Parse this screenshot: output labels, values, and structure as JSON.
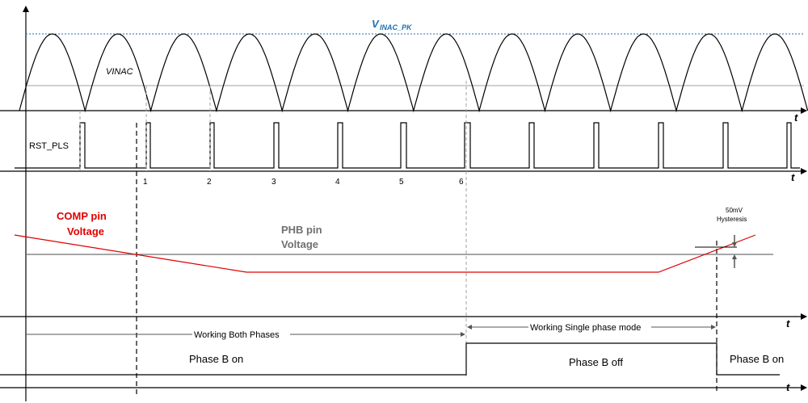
{
  "labels": {
    "vinac_pk_main": "V",
    "vinac_pk_sub": "INAC_PK",
    "vinac": "VINAC",
    "rst_pls": "RST_PLS",
    "time_axis": "t",
    "pulse_numbers": [
      "1",
      "2",
      "3",
      "4",
      "5",
      "6"
    ],
    "comp_line1": "COMP pin",
    "comp_line2": "Voltage",
    "phb_line1": "PHB pin",
    "phb_line2": "Voltage",
    "hyst_line1": "50mV",
    "hyst_line2": "Hysteresis",
    "working_both": "Working Both Phases",
    "working_single": "Working Single phase mode",
    "phase_b_on_1": "Phase B  on",
    "phase_b_off": "Phase B  off",
    "phase_b_on_2": "Phase B  on"
  },
  "colors": {
    "vinac_pk": "#1f6fb5",
    "comp": "#e00000",
    "phb": "#707070",
    "guide": "#a0a0a0",
    "axis": "#000000"
  }
}
